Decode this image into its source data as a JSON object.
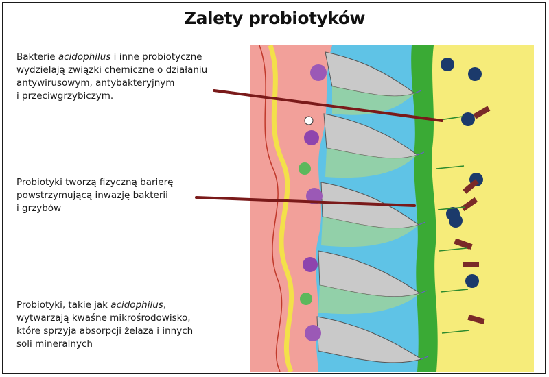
{
  "title": "Zalety probiotyków",
  "captions": [
    {
      "lines": [
        [
          {
            "text": "Bakterie "
          },
          {
            "text": "acidophilus",
            "italic": true
          },
          {
            "text": " i inne probiotyczne"
          }
        ],
        [
          {
            "text": "wydzielają związki chemiczne o działaniu"
          }
        ],
        [
          {
            "text": "antywirusowym, antybakteryjnym"
          }
        ],
        [
          {
            "text": "i przeciwgrzybiczym."
          }
        ]
      ]
    },
    {
      "lines": [
        [
          {
            "text": "Probiotyki tworzą fizyczną barierę"
          }
        ],
        [
          {
            "text": "powstrzymującą inwazję bakterii"
          }
        ],
        [
          {
            "text": "i grzybów"
          }
        ]
      ]
    },
    {
      "lines": [
        [
          {
            "text": "Probiotyki, takie jak "
          },
          {
            "text": "acidophilus",
            "italic": true
          },
          {
            "text": ","
          }
        ],
        [
          {
            "text": "wytwarzają kwaśne mikrośrodowisko,"
          }
        ],
        [
          {
            "text": "które sprzyja absorpcji żelaza i innych"
          }
        ],
        [
          {
            "text": "soli mineralnych"
          }
        ]
      ]
    }
  ],
  "colors": {
    "tissue": "#f2a09a",
    "vessel": "#f3e04a",
    "epithelium": "#c9c9c9",
    "mucus": "#5fc3e6",
    "probiotic_layer": "#3aaa35",
    "lumen": "#f6ec7a",
    "pathogen_cell": "#1b3a6b",
    "pathogen_rod": "#7a2a28",
    "pointer": "#7a1a1a"
  }
}
